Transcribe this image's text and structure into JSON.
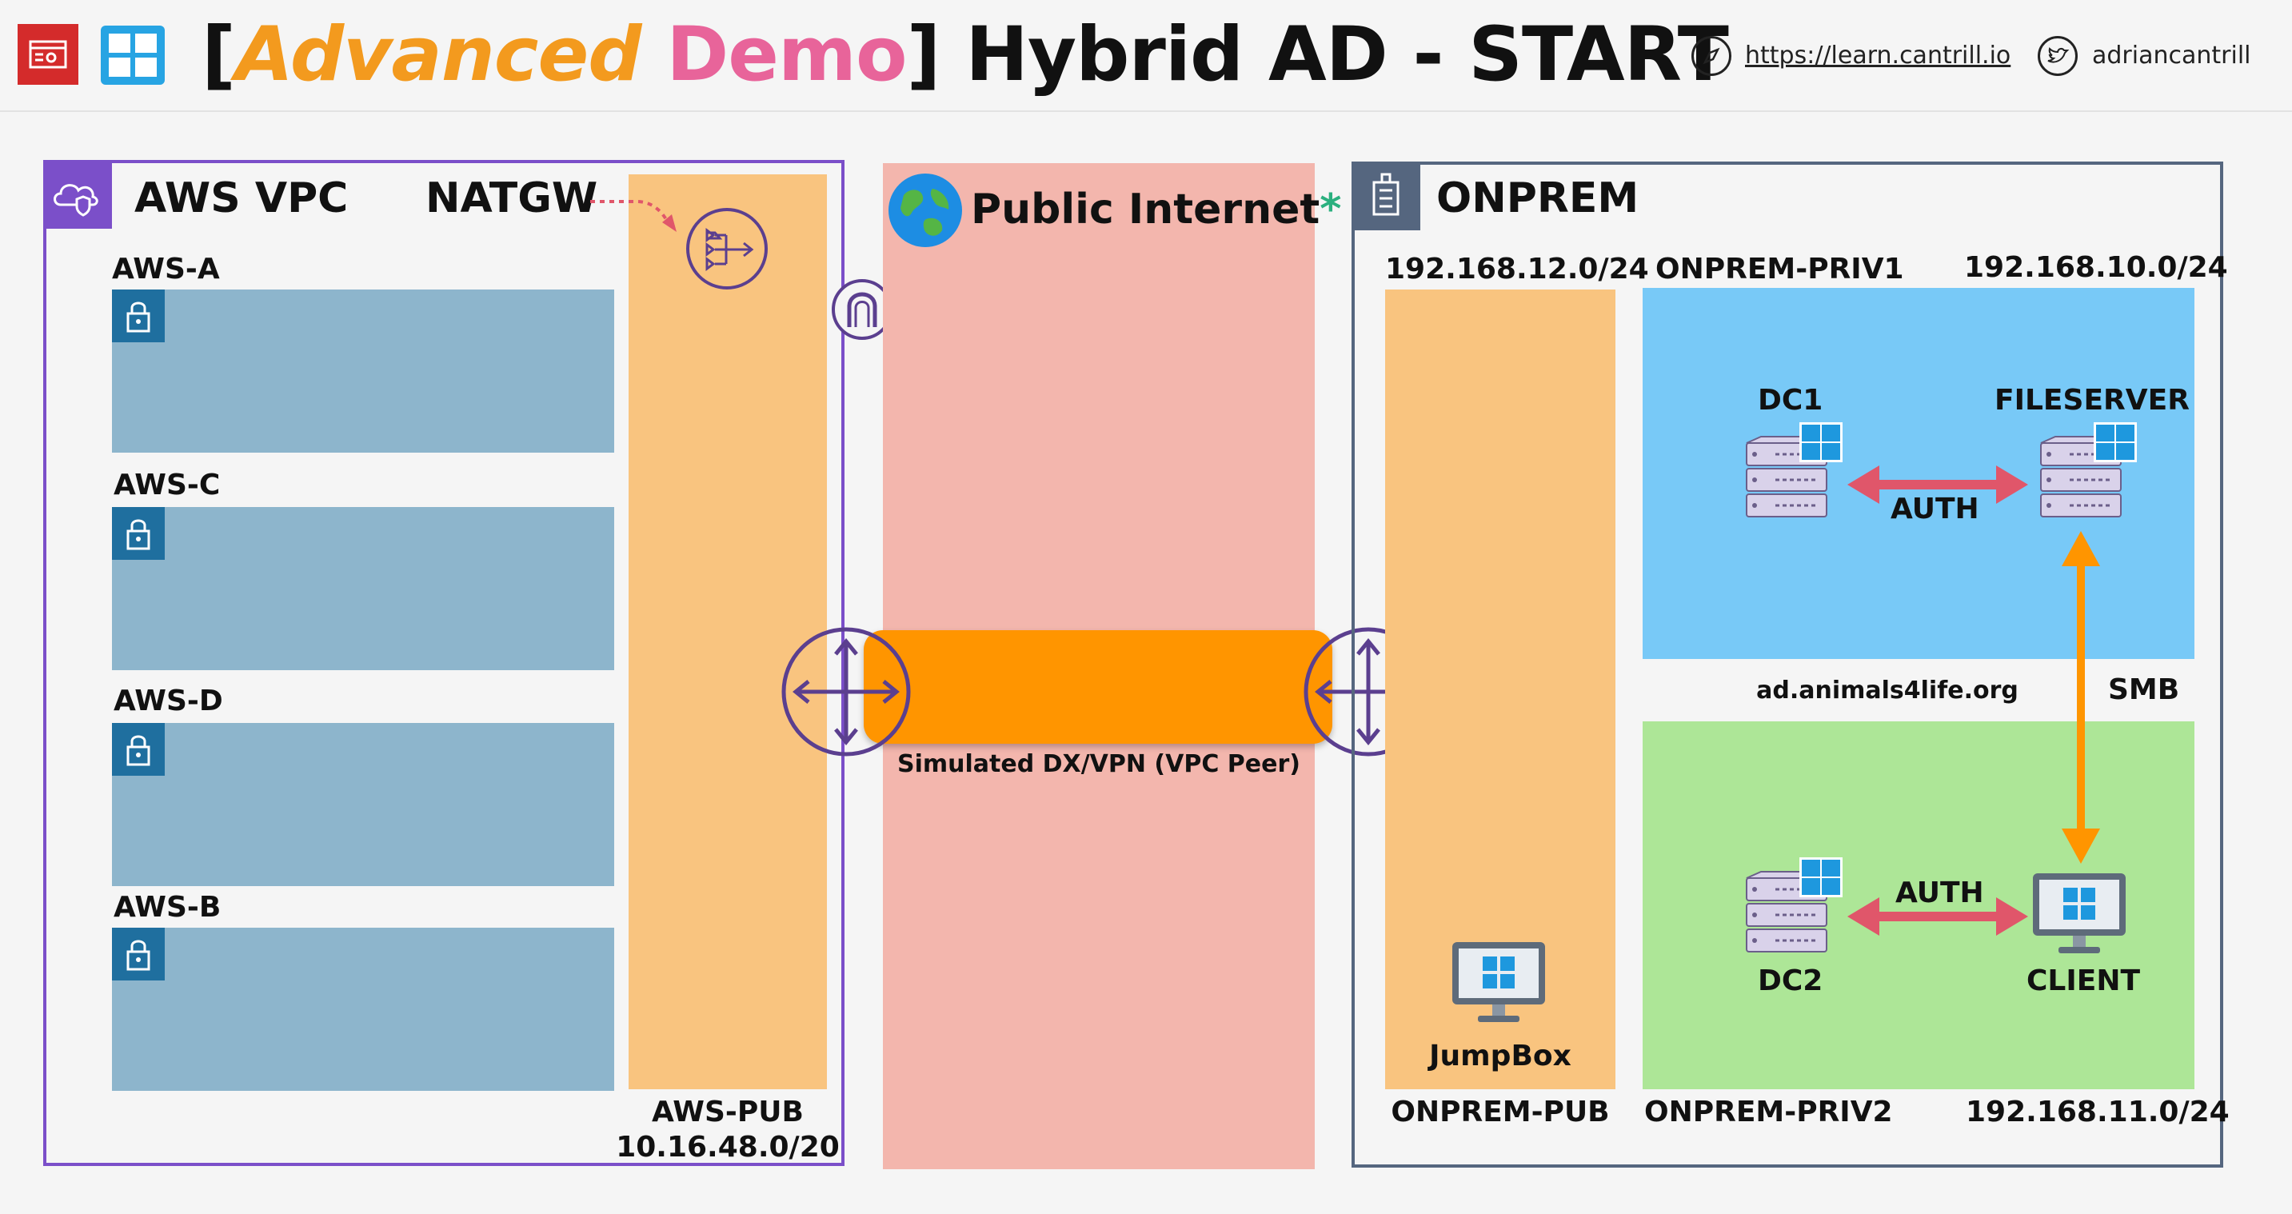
{
  "header": {
    "title_open": "[",
    "title_advanced": "Advanced",
    "title_demo": "Demo",
    "title_rest": "] Hybrid AD - START",
    "link_url": "https://learn.cantrill.io",
    "twitter": "adriancantrill"
  },
  "aws": {
    "vpc_label": "AWS VPC",
    "natgw_label": "NATGW",
    "subnets": [
      "AWS-A",
      "AWS-C",
      "AWS-D",
      "AWS-B"
    ],
    "pub_name": "AWS-PUB",
    "pub_cidr": "10.16.48.0/20"
  },
  "internet": {
    "label": "Public Internet",
    "asterisk": "*",
    "tunnel_label": "Simulated DX/VPN (VPC Peer)"
  },
  "onprem": {
    "label": "ONPREM",
    "pub_cidr": "192.168.12.0/24",
    "pub_name": "ONPREM-PUB",
    "jumpbox": "JumpBox",
    "priv1_name": "ONPREM-PRIV1",
    "priv1_cidr": "192.168.10.0/24",
    "priv2_name": "ONPREM-PRIV2",
    "priv2_cidr": "192.168.11.0/24",
    "dc1": "DC1",
    "dc2": "DC2",
    "fileserver": "FILESERVER",
    "client": "CLIENT",
    "auth1": "AUTH",
    "auth2": "AUTH",
    "domain": "ad.animals4life.org",
    "smb": "SMB"
  },
  "colors": {
    "vpc_border": "#7b4fc9",
    "onprem_border": "#55667f",
    "public_subnet": "#f9c47f",
    "internet": "#f3b6ad",
    "private_subnet": "#8db5cc",
    "priv1": "#78c9f7",
    "priv2": "#ade697",
    "tunnel": "#ff9500",
    "auth_arrow": "#e0566a",
    "smb_arrow": "#ff9500"
  }
}
